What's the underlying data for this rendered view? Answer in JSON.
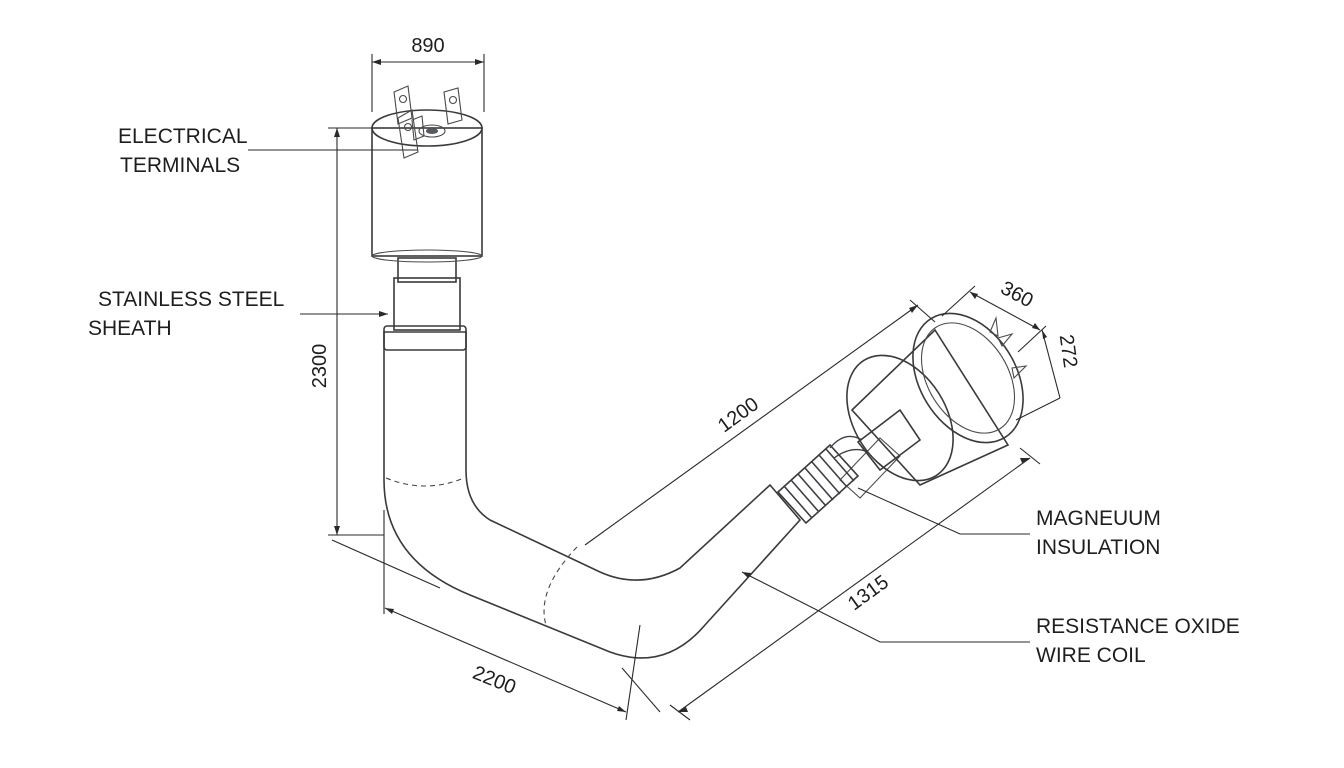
{
  "colors": {
    "metal_dark": "#5f6368",
    "metal_mid": "#a7abb0",
    "metal_light": "#f2f3f4",
    "line": "#2a2a2a"
  },
  "labels": {
    "terminals": [
      "ELECTRICAL",
      "TERMINALS"
    ],
    "sheath": [
      "STAINLESS STEEL",
      "SHEATH"
    ],
    "insulation": [
      "MAGNEUUM",
      "INSULATION"
    ],
    "coil": [
      "RESISTANCE OXIDE",
      "WIRE COIL"
    ]
  },
  "dimensions": {
    "top_width": "890",
    "vertical_height": "2300",
    "bottom_length": "2200",
    "diagonal_length": "1200",
    "overall_length": "1315",
    "end_depth": "360",
    "end_diameter": "272"
  }
}
